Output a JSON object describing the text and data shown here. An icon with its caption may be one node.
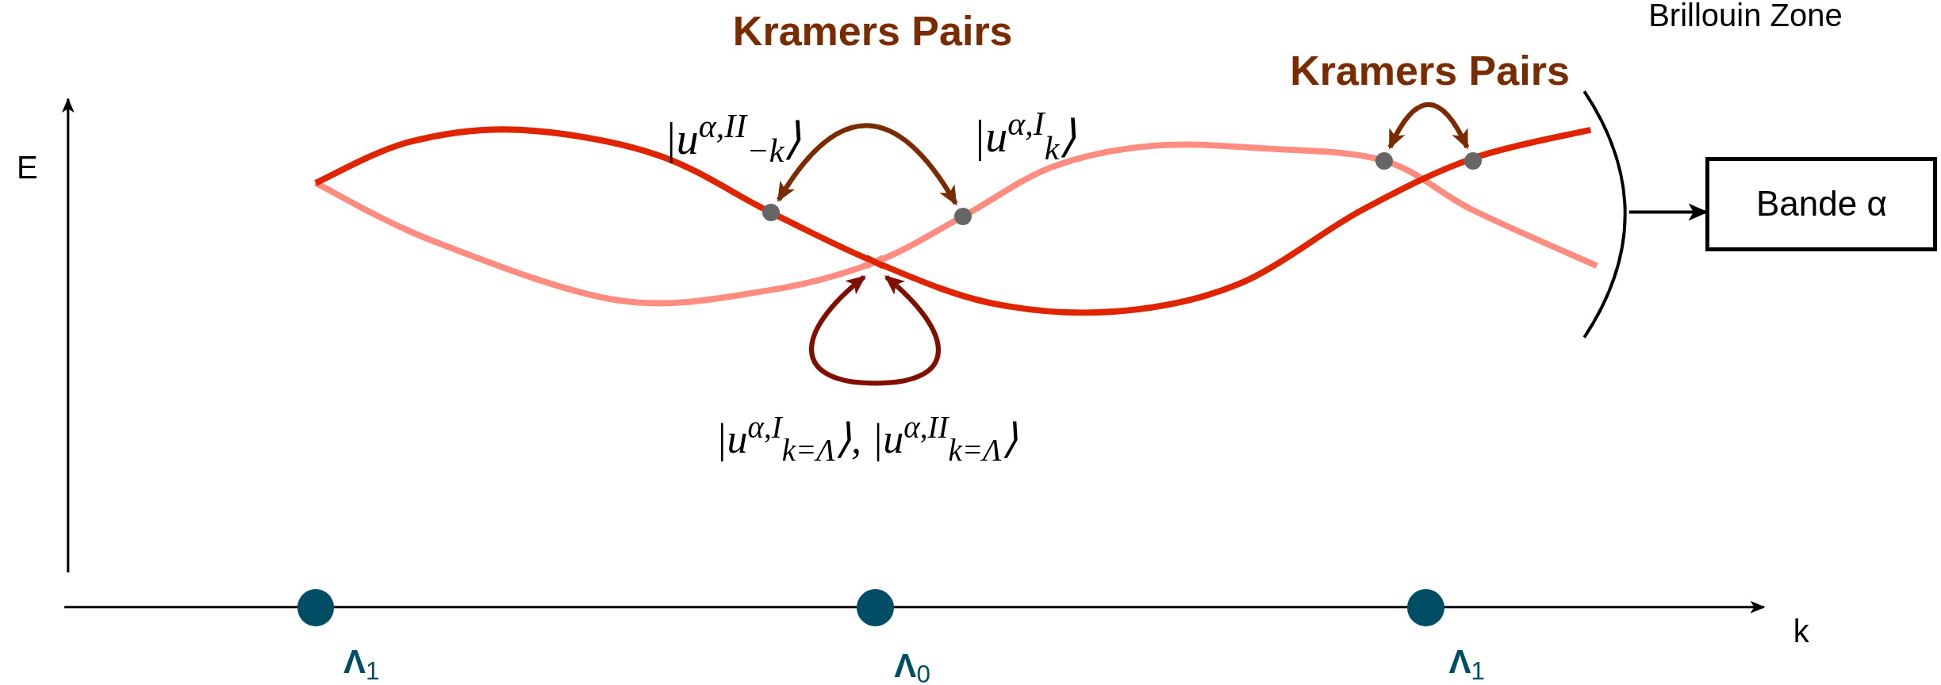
{
  "diagram": {
    "nodes": [
      {
        "text": [],
        "shape": "circle",
        "beside": [
          "|u$^{α,II}$$_{−k}$⟩"
        ]
      },
      {
        "text": [],
        "shape": "circle",
        "beside": [
          "|u$^{α,I}$$_{k}$⟩"
        ]
      },
      {
        "text": [],
        "shape": "circle"
      },
      {
        "text": [],
        "shape": "circle"
      },
      {
        "text": [],
        "shape": "arc"
      },
      {
        "text": [
          "Bande α"
        ]
      },
      {
        "text": [],
        "shape": "circle",
        "beside": [
          "**Λ**$_{1}$"
        ]
      },
      {
        "text": [],
        "shape": "circle",
        "beside": [
          "**Λ**$_{0}$"
        ]
      },
      {
        "text": [],
        "shape": "circle",
        "beside": [
          "**Λ**$_{1}$"
        ]
      },
      {
        "text": [],
        "shape": "cross"
      }
    ],
    "edges": [
      {
        "from": 0,
        "to": 1,
        "arrow": "both",
        "label": "Kramers Pairs",
        "color": "#7a2b00"
      },
      {
        "from": 2,
        "to": 3,
        "arrow": "both",
        "label": "Kramers Pairs",
        "color": "#7a2b00"
      },
      {
        "from": 9,
        "to": 9,
        "arrow": "both",
        "color": "#800f00"
      },
      {
        "from": 4,
        "to": 5,
        "arrow": "to",
        "color": "#000000"
      }
    ],
    "labels": [
      "Brillouin Zone",
      "E",
      "|u$^{α,I}$$_{k=Λ}$⟩, |u$^{α,II}$$_{k=Λ}$⟩",
      "k"
    ]
  }
}
